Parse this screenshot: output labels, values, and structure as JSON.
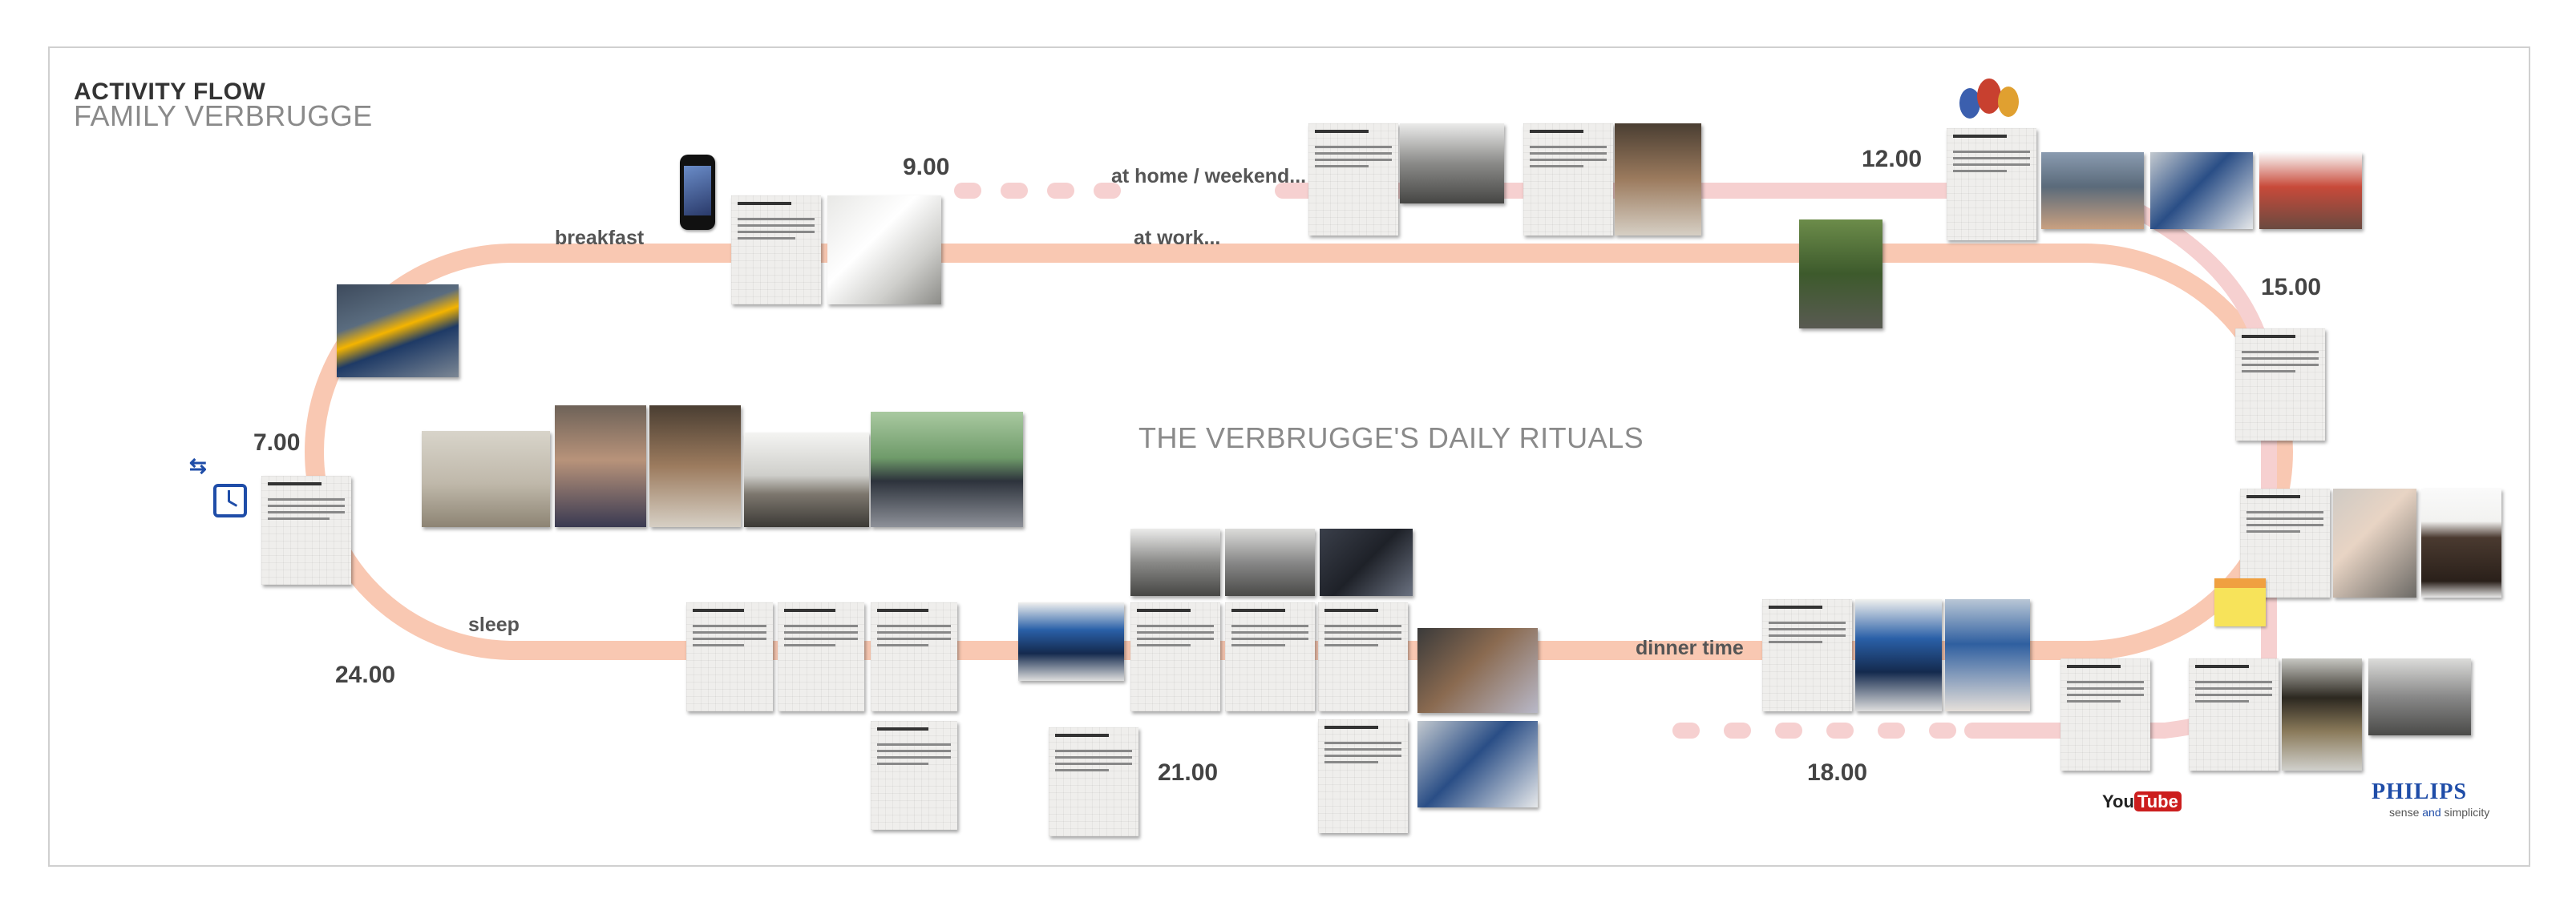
{
  "header": {
    "title": "ACTIVITY FLOW",
    "subtitle": "FAMILY VERBRUGGE"
  },
  "center_title": "THE VERBRUGGE'S DAILY RITUALS",
  "times": {
    "t700": "7.00",
    "t900": "9.00",
    "t1200": "12.00",
    "t1500": "15.00",
    "t1800": "18.00",
    "t2100": "21.00",
    "t2400": "24.00"
  },
  "labels": {
    "breakfast": "breakfast",
    "at_home_weekend": "at home / weekend...",
    "at_work": "at work...",
    "sleep": "sleep",
    "dinner_time": "dinner time"
  },
  "icons": {
    "ns_logo": "ns-logo-icon",
    "clock": "alarm-clock-icon",
    "phone": "smartphone-icon",
    "toys": "toy-figures-icon"
  },
  "brand": {
    "youtube_you": "You",
    "youtube_tube": "Tube",
    "philips": "PHILIPS",
    "tagline_sense": "sense",
    "tagline_and": "and",
    "tagline_simplicity": "simplicity"
  },
  "colors": {
    "work_track": "#f9c8b2",
    "home_track": "#f6d0d0",
    "accent_blue": "#1f4da8",
    "youtube_red": "#cc1e1e"
  }
}
